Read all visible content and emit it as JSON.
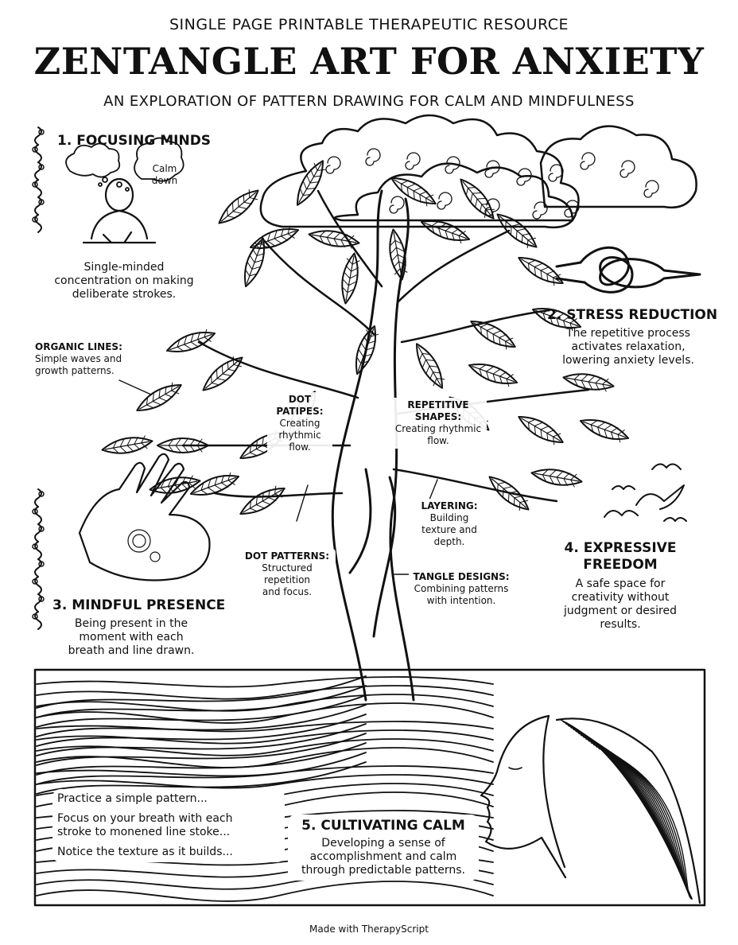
{
  "header": {
    "pre_title": "SINGLE PAGE PRINTABLE THERAPEUTIC RESOURCE",
    "title": "ZENTANGLE ART FOR ANXIETY",
    "subtitle": "AN EXPLORATION OF PATTERN DRAWING FOR CALM AND MINDFULNESS"
  },
  "sections": {
    "focusing": {
      "heading": "1. FOCUSING MINDS",
      "thought_bubble": "Calm\ndown",
      "text": "Single-minded\nconcentration on making\ndeliberate strokes."
    },
    "stress": {
      "heading": "2. STRESS REDUCTION",
      "text": "The repetitive process\nactivates relaxation,\nlowering anxiety levels."
    },
    "mindful": {
      "heading": "3. MINDFUL PRESENCE",
      "text": "Being present in the\nmoment with each\nbreath and line drawn."
    },
    "expressive": {
      "heading": "4. EXPRESSIVE\nFREEDOM",
      "text": "A safe space for\ncreativity without\njudgment or desired\nresults."
    },
    "calm": {
      "heading": "5. CULTIVATING CALM",
      "text": "Developing a sense of\naccomplishment and calm\nthrough predictable patterns."
    }
  },
  "labels": {
    "organic": {
      "title": "ORGANIC LINES:",
      "text": "Simple waves and\ngrowth patterns."
    },
    "dot_patipes": {
      "title": "DOT\nPATIPES:",
      "text": "Creating\nrhythmic\nflow."
    },
    "repetitive": {
      "title": "REPETITIVE\nSHAPES:",
      "text": "Creating rhythmic\nflow."
    },
    "layering": {
      "title": "LAYERING:",
      "text": "Building\ntexture and\ndepth."
    },
    "dot_patterns": {
      "title": "DOT PATTERNS:",
      "text": "Structured\nrepetition\nand focus."
    },
    "tangle": {
      "title": "TANGLE DESIGNS:",
      "text": "Combining patterns\nwith intention."
    }
  },
  "practice_steps": [
    "Practice a simple pattern...",
    "Focus on your breath with each\nstroke to monened line stoke...",
    "Notice the texture as it builds..."
  ],
  "footer": "Made with TherapyScript",
  "colors": {
    "ink": "#111111",
    "paper": "#ffffff"
  }
}
